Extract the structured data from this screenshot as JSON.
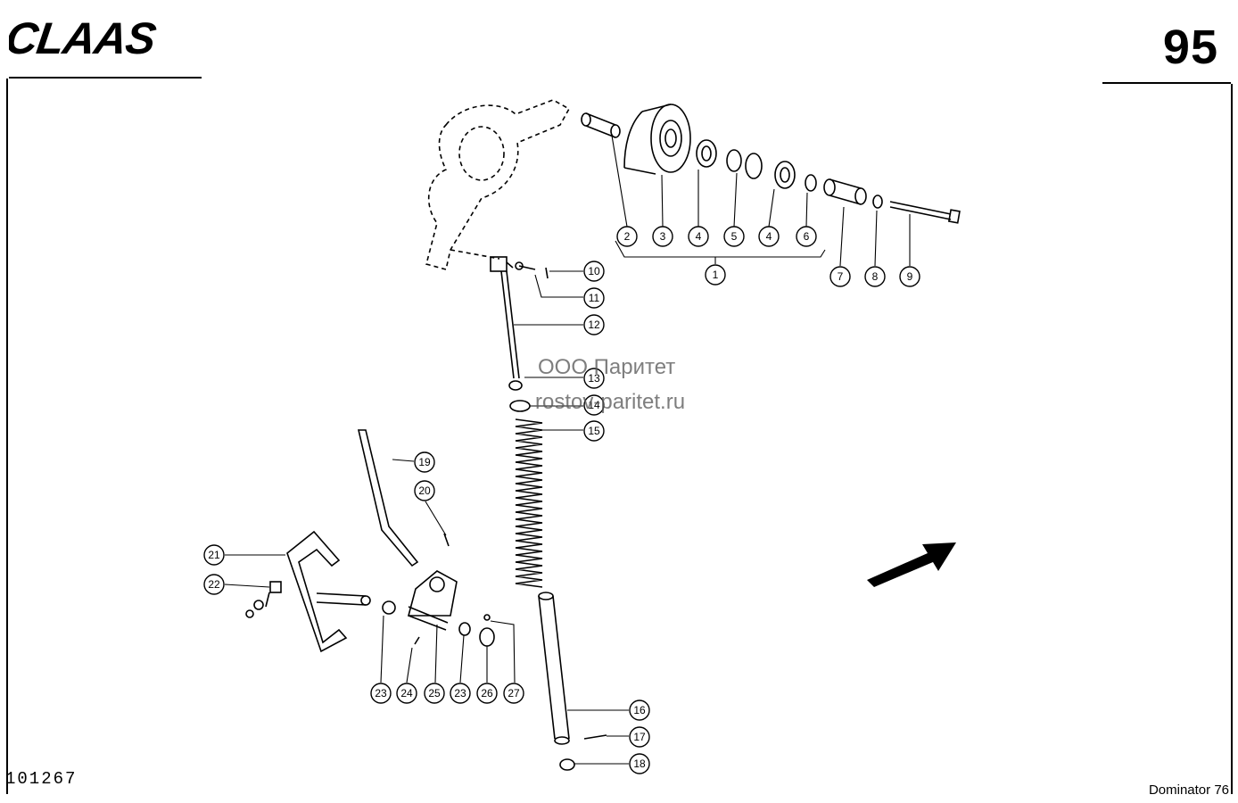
{
  "header": {
    "brand": "CLAAS",
    "page_number": "95"
  },
  "footer": {
    "drawing_number": "101267",
    "model": "Dominator 76"
  },
  "watermark": {
    "line1": "ООО Паритет",
    "line2": "rostov-paritet.ru"
  },
  "callouts": [
    "1",
    "2",
    "3",
    "4",
    "5",
    "4",
    "6",
    "7",
    "8",
    "9",
    "10",
    "11",
    "12",
    "13",
    "14",
    "15",
    "16",
    "17",
    "18",
    "19",
    "20",
    "21",
    "22",
    "23",
    "24",
    "25",
    "23",
    "26",
    "27"
  ],
  "colors": {
    "ink": "#000000",
    "paper": "#ffffff"
  }
}
